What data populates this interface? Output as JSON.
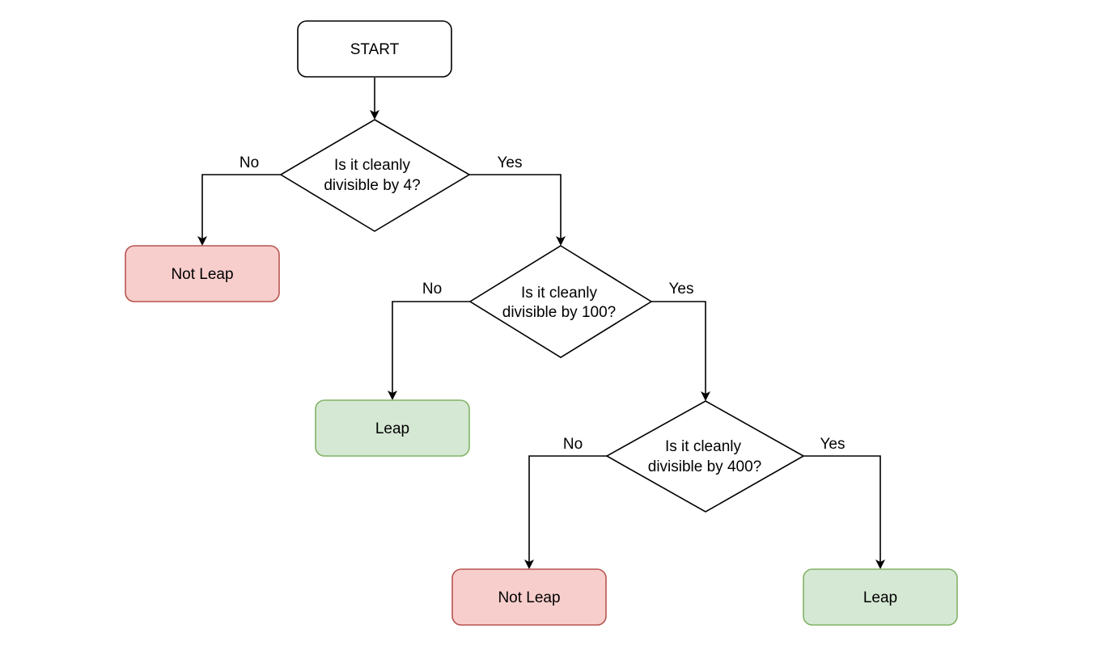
{
  "colors": {
    "stroke": "#000000",
    "neutral_fill": "#ffffff",
    "not_leap_fill": "#f8cecc",
    "not_leap_stroke": "#b85450",
    "leap_fill": "#d5e8d4",
    "leap_stroke": "#82b366"
  },
  "nodes": {
    "start": "START",
    "decision_4": {
      "line1": "Is it cleanly",
      "line2": "divisible by 4?"
    },
    "decision_100": {
      "line1": "Is it cleanly",
      "line2": "divisible by 100?"
    },
    "decision_400": {
      "line1": "Is it cleanly",
      "line2": "divisible by 400?"
    },
    "result_not_leap_1": "Not Leap",
    "result_leap_1": "Leap",
    "result_not_leap_2": "Not Leap",
    "result_leap_2": "Leap"
  },
  "edges": {
    "d4_no": "No",
    "d4_yes": "Yes",
    "d100_no": "No",
    "d100_yes": "Yes",
    "d400_no": "No",
    "d400_yes": "Yes"
  }
}
